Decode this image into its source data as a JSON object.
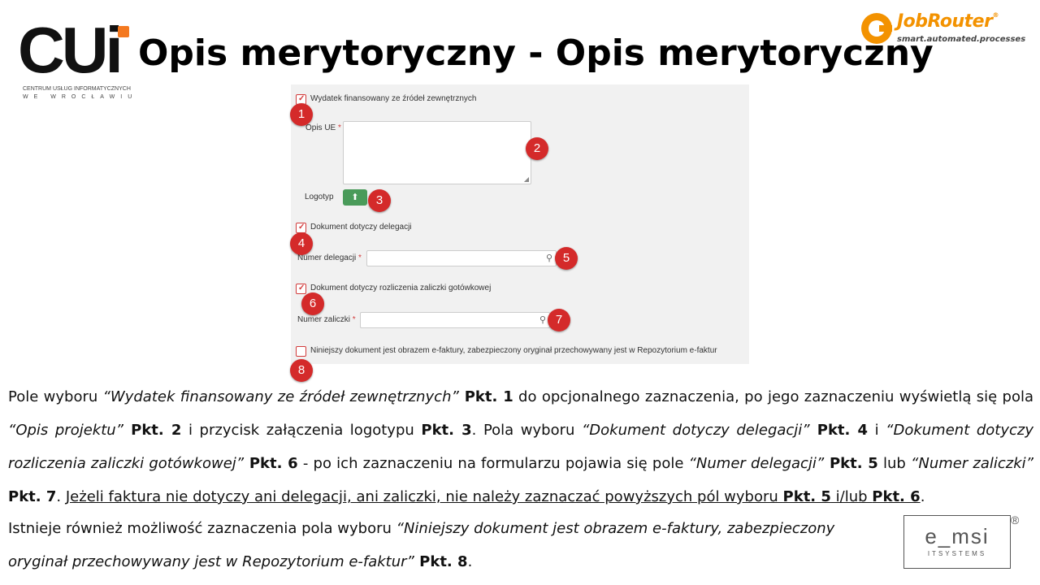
{
  "header": {
    "title": "Opis merytoryczny - Opis merytoryczny",
    "cui_logo": {
      "letters": "CUi",
      "line1": "CENTRUM USŁUG INFORMATYCZNYCH",
      "line2": "WE WROCŁAWIU"
    },
    "jobrouter_logo": {
      "name": "JobRouter",
      "tagline": "smart.automated.processes",
      "color": "#f39200"
    }
  },
  "form": {
    "checkbox1_label": "Wydatek finansowany ze źródeł zewnętrznych",
    "opis_label": "Opis UE",
    "logotyp_label": "Logotyp",
    "upload_icon": "upload-icon",
    "checkbox2_label": "Dokument dotyczy delegacji",
    "numer_delegacji_label": "Numer delegacji",
    "checkbox3_label": "Dokument dotyczy rozliczenia zaliczki gotówkowej",
    "numer_zaliczki_label": "Numer zaliczki",
    "checkbox4_label": "Niniejszy dokument jest obrazem e-faktury, zabezpieczony oryginał przechowywany jest w Repozytorium e-faktur",
    "required_mark": "*",
    "checked_states": [
      true,
      true,
      true,
      false
    ],
    "accent_color": "#d42a2a"
  },
  "badges": [
    "1",
    "2",
    "3",
    "4",
    "5",
    "6",
    "7",
    "8"
  ],
  "paragraph": {
    "s1": "Pole wyboru ",
    "q1": "“Wydatek finansowany ze źródeł zewnętrznych”",
    "p1": " Pkt. 1",
    "s2": "  do opcjonalnego zaznaczenia, po jego zaznaczeniu wyświetlą się pola ",
    "q2": "“Opis projektu”",
    "p2": " Pkt. 2",
    "s3": " i przycisk załączenia logotypu ",
    "p3": "Pkt. 3",
    "s4": ". Pola wyboru ",
    "q4": "“Dokument dotyczy delegacji”",
    "p4": " Pkt. 4",
    "s5": " i ",
    "q6": "“Dokument dotyczy rozliczenia zaliczki gotówkowej”",
    "p6": " Pkt. 6",
    "s6": " - po ich zaznaczeniu na formularzu pojawia się pole ",
    "q5": "“Numer delegacji”",
    "p5": " Pkt. 5",
    "s7": " lub ",
    "q7": "“Numer zaliczki”",
    "p7": " Pkt. 7",
    "s8": ". ",
    "u1": "Jeżeli faktura nie dotyczy ani delegacji, ani zaliczki, nie należy zaznaczać powyższych pól wyboru ",
    "up5": "Pkt. 5",
    "u2": " i/lub ",
    "up6": "Pkt. 6",
    "s9": "."
  },
  "paragraph2": {
    "s1": "Istnieje również możliwość zaznaczenia pola wyboru ",
    "q8": "“Niniejszy dokument jest obrazem e-faktury, zabezpieczony oryginał przechowywany jest w Repozytorium e-faktur”",
    "p8": " Pkt. 8",
    "s2": "."
  },
  "emsi_logo": {
    "main": "e_msi",
    "sub": "ITSYSTEMS",
    "reg": "®"
  }
}
